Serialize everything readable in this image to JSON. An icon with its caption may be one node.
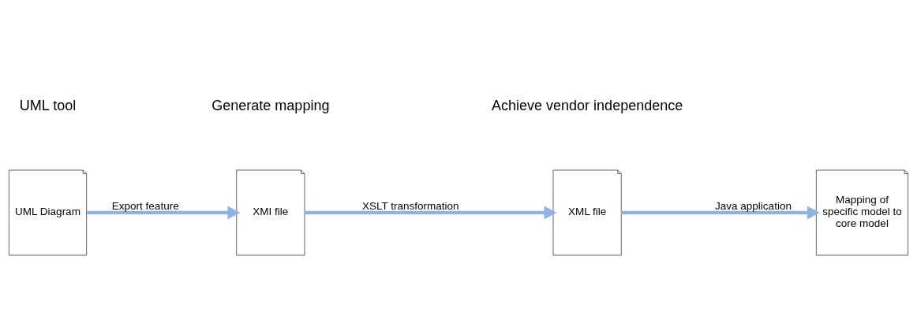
{
  "diagram": {
    "nodes": [
      {
        "text": [
          "UML Diagram"
        ]
      },
      {
        "text": [
          "XMI file"
        ]
      },
      {
        "text": [
          "XML file"
        ]
      },
      {
        "text": [
          "Mapping of specific model to core model"
        ]
      }
    ],
    "edges": [
      {
        "from": 0,
        "to": 1,
        "arrow": "to",
        "label": "Export feature"
      },
      {
        "from": 1,
        "to": 2,
        "arrow": "to",
        "label": "XSLT transformation"
      },
      {
        "from": 2,
        "to": 3,
        "arrow": "to",
        "label": "Java application"
      }
    ],
    "labels": [
      "UML tool",
      "Generate mapping",
      "Achieve vendor independence"
    ]
  }
}
